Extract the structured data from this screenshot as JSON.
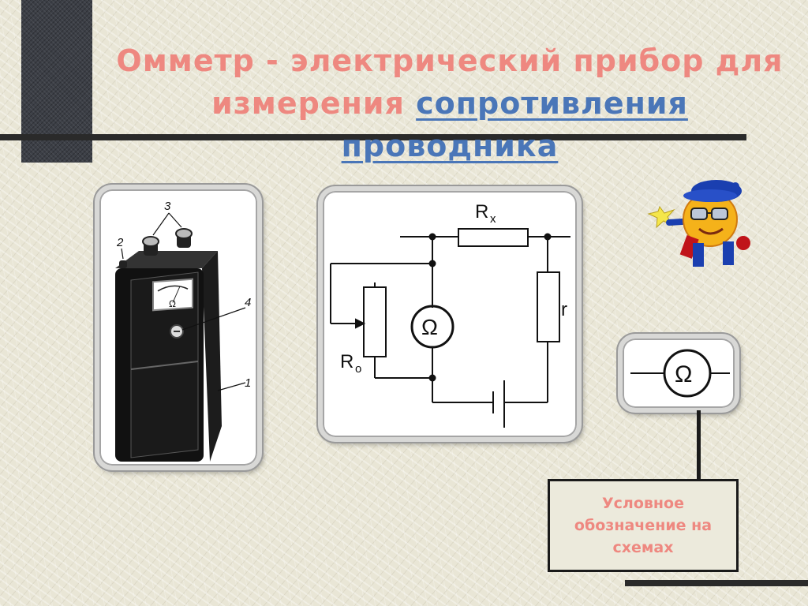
{
  "slide": {
    "title_line1": "Омметр - электрический прибор для",
    "title_line2_prefix": "измерения ",
    "title_line2_highlight": "сопротивления проводника",
    "legend_text": "Условное\nобозначение на\nсхемах"
  },
  "device_labels": {
    "l1": "1",
    "l2": "2",
    "l3": "3",
    "l4": "4",
    "dial": "Ω"
  },
  "circuit_labels": {
    "rx_main": "R",
    "rx_sub": "x",
    "r": "r",
    "ro_main": "R",
    "ro_sub": "o",
    "meter": "Ω"
  },
  "symbol": {
    "meter": "Ω"
  },
  "colors": {
    "title": "#ee8880",
    "highlight": "#4a76b8"
  },
  "icons": [
    "ohmmeter-device-illustration",
    "mascot-sun-character-icon",
    "star-icon"
  ]
}
